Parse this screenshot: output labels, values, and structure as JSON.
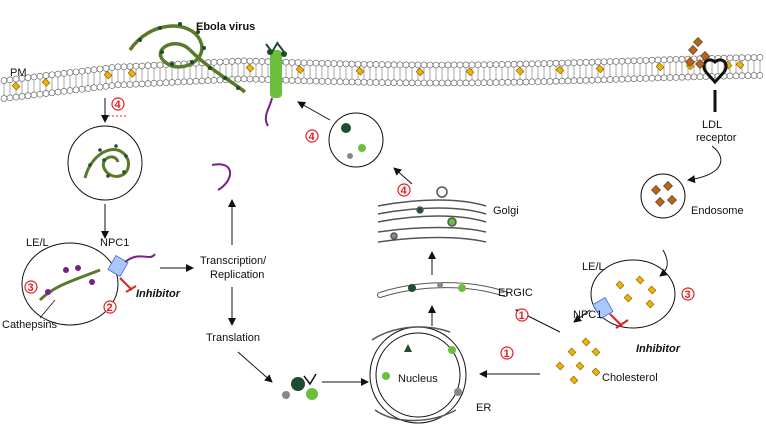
{
  "labels": {
    "pm": "PM",
    "ebola": "Ebola virus",
    "ldl": "LDL\nreceptor",
    "endosome": "Endosome",
    "le_left": "LE/L",
    "le_right": "LE/L",
    "npc1_left": "NPC1",
    "npc1_right": "NPC1",
    "inhibitor_left": "Inhibitor",
    "inhibitor_right": "Inhibitor",
    "cathepsins": "Cathepsins",
    "transcription": "Transcription/\nReplication",
    "translation": "Translation",
    "golgi": "Golgi",
    "ergic": "ERGIC",
    "nucleus": "Nucleus",
    "er": "ER",
    "cholesterol": "Cholesterol"
  },
  "steps": {
    "s4a": "4",
    "s4b": "4",
    "s4c": "4",
    "s3a": "3",
    "s3b": "3",
    "s2": "2",
    "s1a": "1",
    "s1b": "1"
  },
  "colors": {
    "membrane": "#ffffff",
    "lipid_stroke": "#555555",
    "cholesterol": "#f2b200",
    "cholesterol_stroke": "#7a5a00",
    "ldl": "#b5651d",
    "virus_green": "#5a7a2a",
    "dark_green": "#1e4d2b",
    "light_green": "#6cbf3c",
    "gray": "#888888",
    "purple": "#7a1f8a",
    "npc1_blue": "#a9c8ff",
    "inhibitor_red": "#e02020",
    "step_red": "#e02020"
  }
}
